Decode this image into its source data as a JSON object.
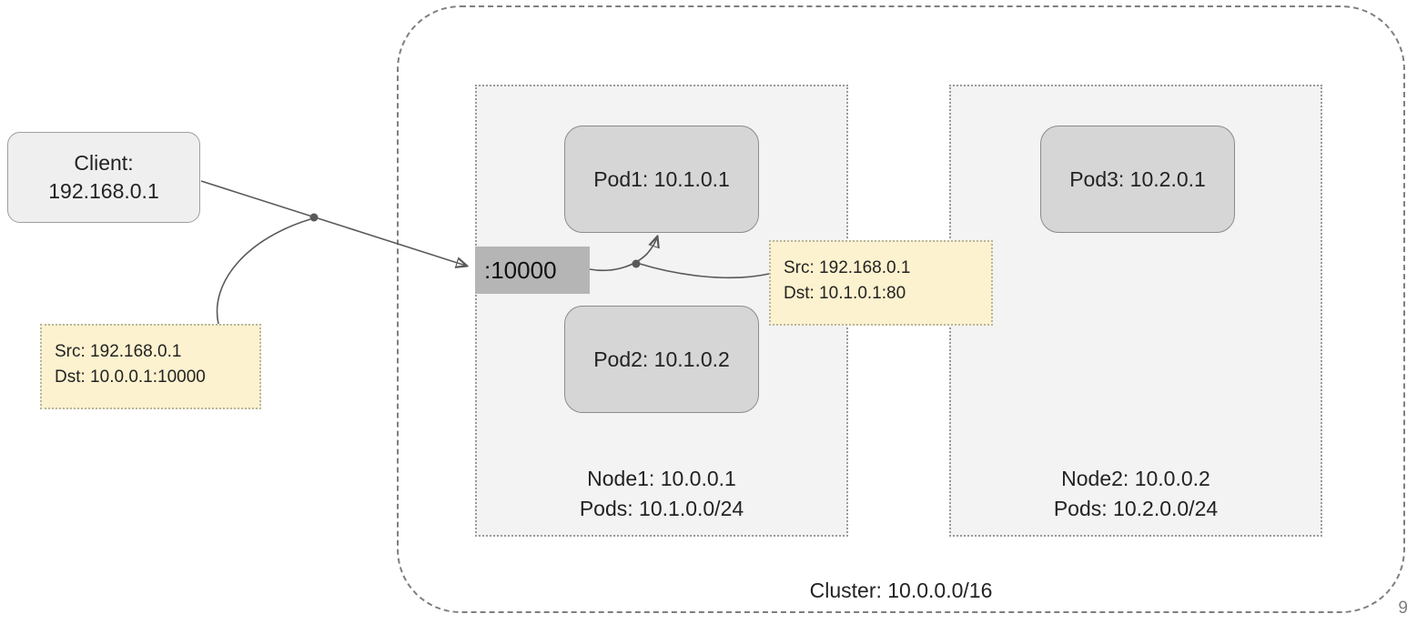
{
  "slide": {
    "page_number": "9"
  },
  "client": {
    "line1": "Client:",
    "line2": "192.168.0.1"
  },
  "cluster": {
    "label": "Cluster: 10.0.0.0/16"
  },
  "nodes": [
    {
      "title": "Node1: 10.0.0.1",
      "pods_cidr": "Pods: 10.1.0.0/24"
    },
    {
      "title": "Node2: 10.0.0.2",
      "pods_cidr": "Pods: 10.2.0.0/24"
    }
  ],
  "pods": [
    {
      "label": "Pod1: 10.1.0.1"
    },
    {
      "label": "Pod2: 10.1.0.2"
    },
    {
      "label": "Pod3: 10.2.0.1"
    }
  ],
  "port": {
    "label": ":10000"
  },
  "notes": [
    {
      "line1": "Src: 192.168.0.1",
      "line2": "Dst: 10.0.0.1:10000"
    },
    {
      "line1": "Src: 192.168.0.1",
      "line2": "Dst: 10.1.0.1:80"
    }
  ],
  "colors": {
    "note_fill": "#fdf2cf",
    "pod_fill": "#d6d6d6",
    "node_fill": "#f3f3f3",
    "client_fill": "#efefef",
    "port_fill": "#b5b5b5",
    "connector": "#595959",
    "cluster_border": "#7f7f7f"
  }
}
